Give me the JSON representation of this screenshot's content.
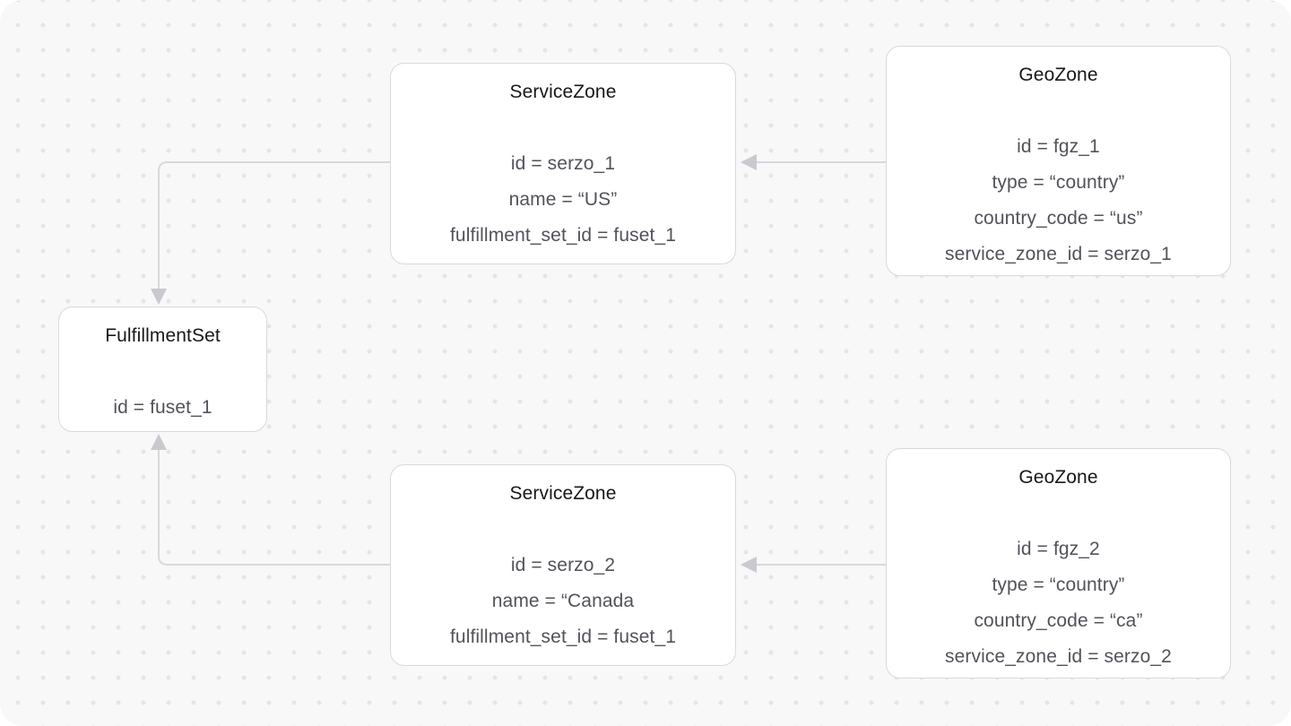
{
  "diagram": {
    "nodes": [
      {
        "name": "service-zone-us",
        "title": "ServiceZone",
        "attributes": [
          "id = serzo_1",
          "name = “US”",
          "fulfillment_set_id = fuset_1"
        ]
      },
      {
        "name": "geo-zone-us",
        "title": "GeoZone",
        "attributes": [
          "id = fgz_1",
          "type = “country”",
          "country_code = “us”",
          "service_zone_id = serzo_1"
        ]
      },
      {
        "name": "fulfillment-set",
        "title": "FulfillmentSet",
        "attributes": [
          "id = fuset_1"
        ]
      },
      {
        "name": "service-zone-canada",
        "title": "ServiceZone",
        "attributes": [
          "id = serzo_2",
          "name = “Canada",
          "fulfillment_set_id = fuset_1"
        ]
      },
      {
        "name": "geo-zone-canada",
        "title": "GeoZone",
        "attributes": [
          "id = fgz_2",
          "type = “country”",
          "country_code = “ca”",
          "service_zone_id = serzo_2"
        ]
      }
    ],
    "edges": [
      {
        "from": "geo-zone-us",
        "to": "service-zone-us"
      },
      {
        "from": "service-zone-us",
        "to": "fulfillment-set"
      },
      {
        "from": "geo-zone-canada",
        "to": "service-zone-canada"
      },
      {
        "from": "service-zone-canada",
        "to": "fulfillment-set"
      }
    ],
    "colors": {
      "canvas_background": "#f8f8f9",
      "dot_grid": "#e5e5e8",
      "node_background": "#ffffff",
      "node_border": "#d9d9de",
      "edge_line": "#d8d8dd",
      "arrowhead": "#c9c9cf",
      "title_text": "#18181b",
      "attribute_text": "#52525b"
    }
  }
}
